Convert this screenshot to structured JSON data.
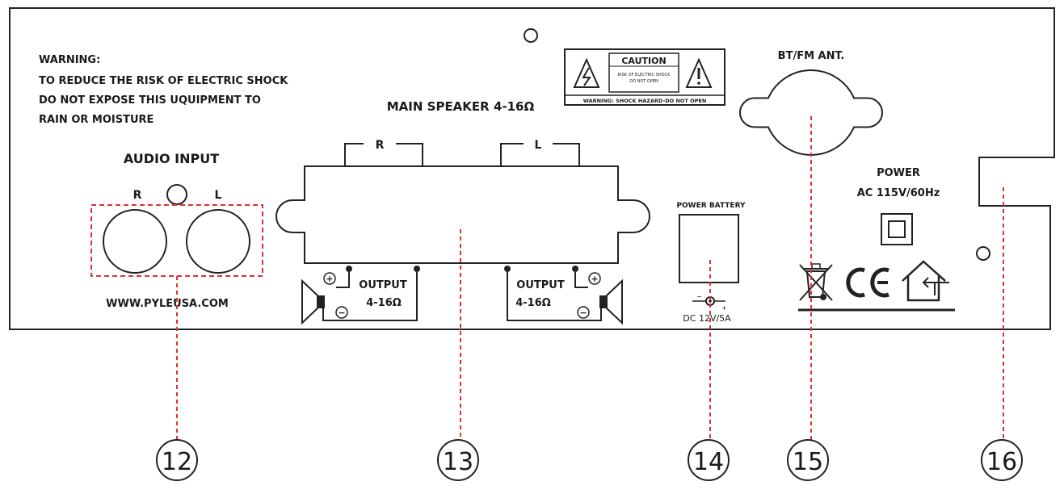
{
  "warning": {
    "title": "WARNING:",
    "line1": "TO REDUCE THE RISK OF ELECTRIC SHOCK",
    "line2": "DO NOT EXPOSE THIS UQUIPMENT TO",
    "line3": "RAIN OR MOISTURE"
  },
  "caution_label": {
    "title": "CAUTION",
    "small1": "RISK OF ELECTRIC SHOCK",
    "small2": "DO NOT OPEN",
    "bottom": "WARNING: SHOCK HAZARD-DO NOT OPEN"
  },
  "audio_input": {
    "title": "AUDIO INPUT",
    "right": "R",
    "left": "L",
    "website": "WWW.PYLEUSA.COM"
  },
  "main_speaker": {
    "title": "MAIN SPEAKER 4-16Ω",
    "right": "R",
    "left": "L",
    "output_label": "OUTPUT",
    "impedance": "4-16Ω"
  },
  "battery": {
    "title": "POWER BATTERY",
    "dc_rating": "DC 12V/5A"
  },
  "antenna": {
    "title": "BT/FM ANT."
  },
  "power": {
    "title": "POWER",
    "rating": "AC 115V/60Hz"
  },
  "callouts": [
    "12",
    "13",
    "14",
    "15",
    "16"
  ]
}
